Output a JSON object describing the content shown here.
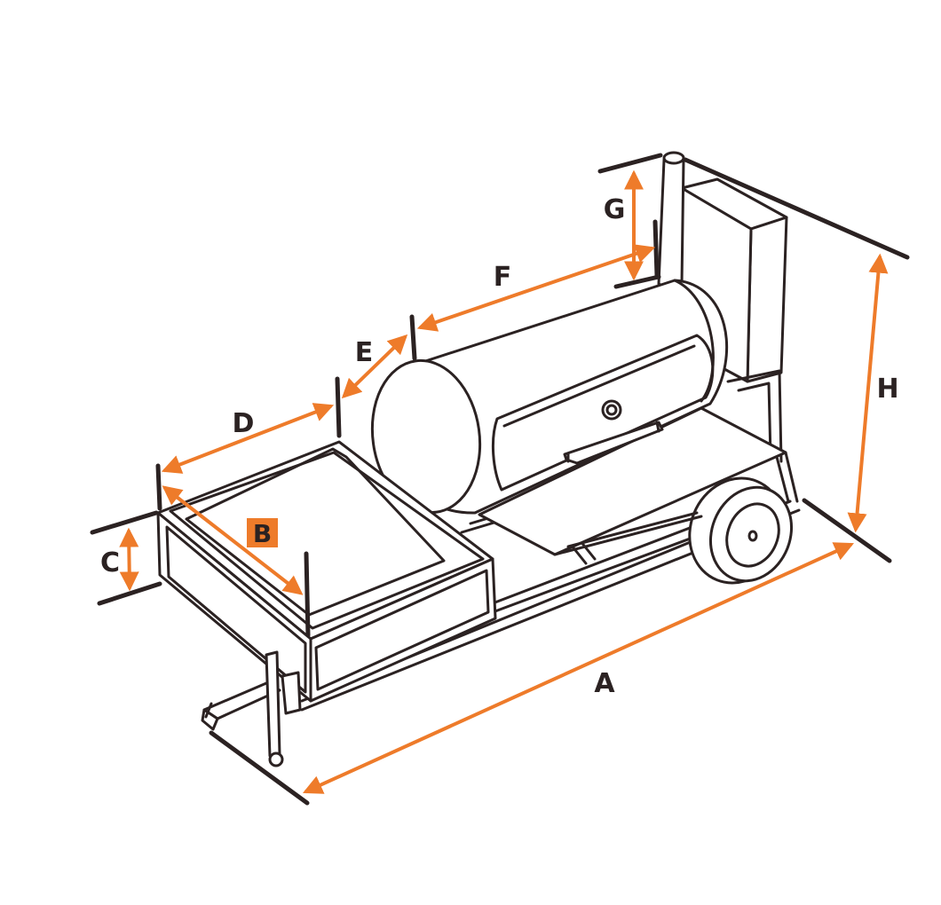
{
  "colors": {
    "accent": "#ee7b2a",
    "line": "#2b2222",
    "label": "#2b2222",
    "label_box_text": "#2b2222"
  },
  "labels": {
    "A": "A",
    "B": "B",
    "C": "C",
    "D": "D",
    "E": "E",
    "F": "F",
    "G": "G",
    "H": "H"
  }
}
